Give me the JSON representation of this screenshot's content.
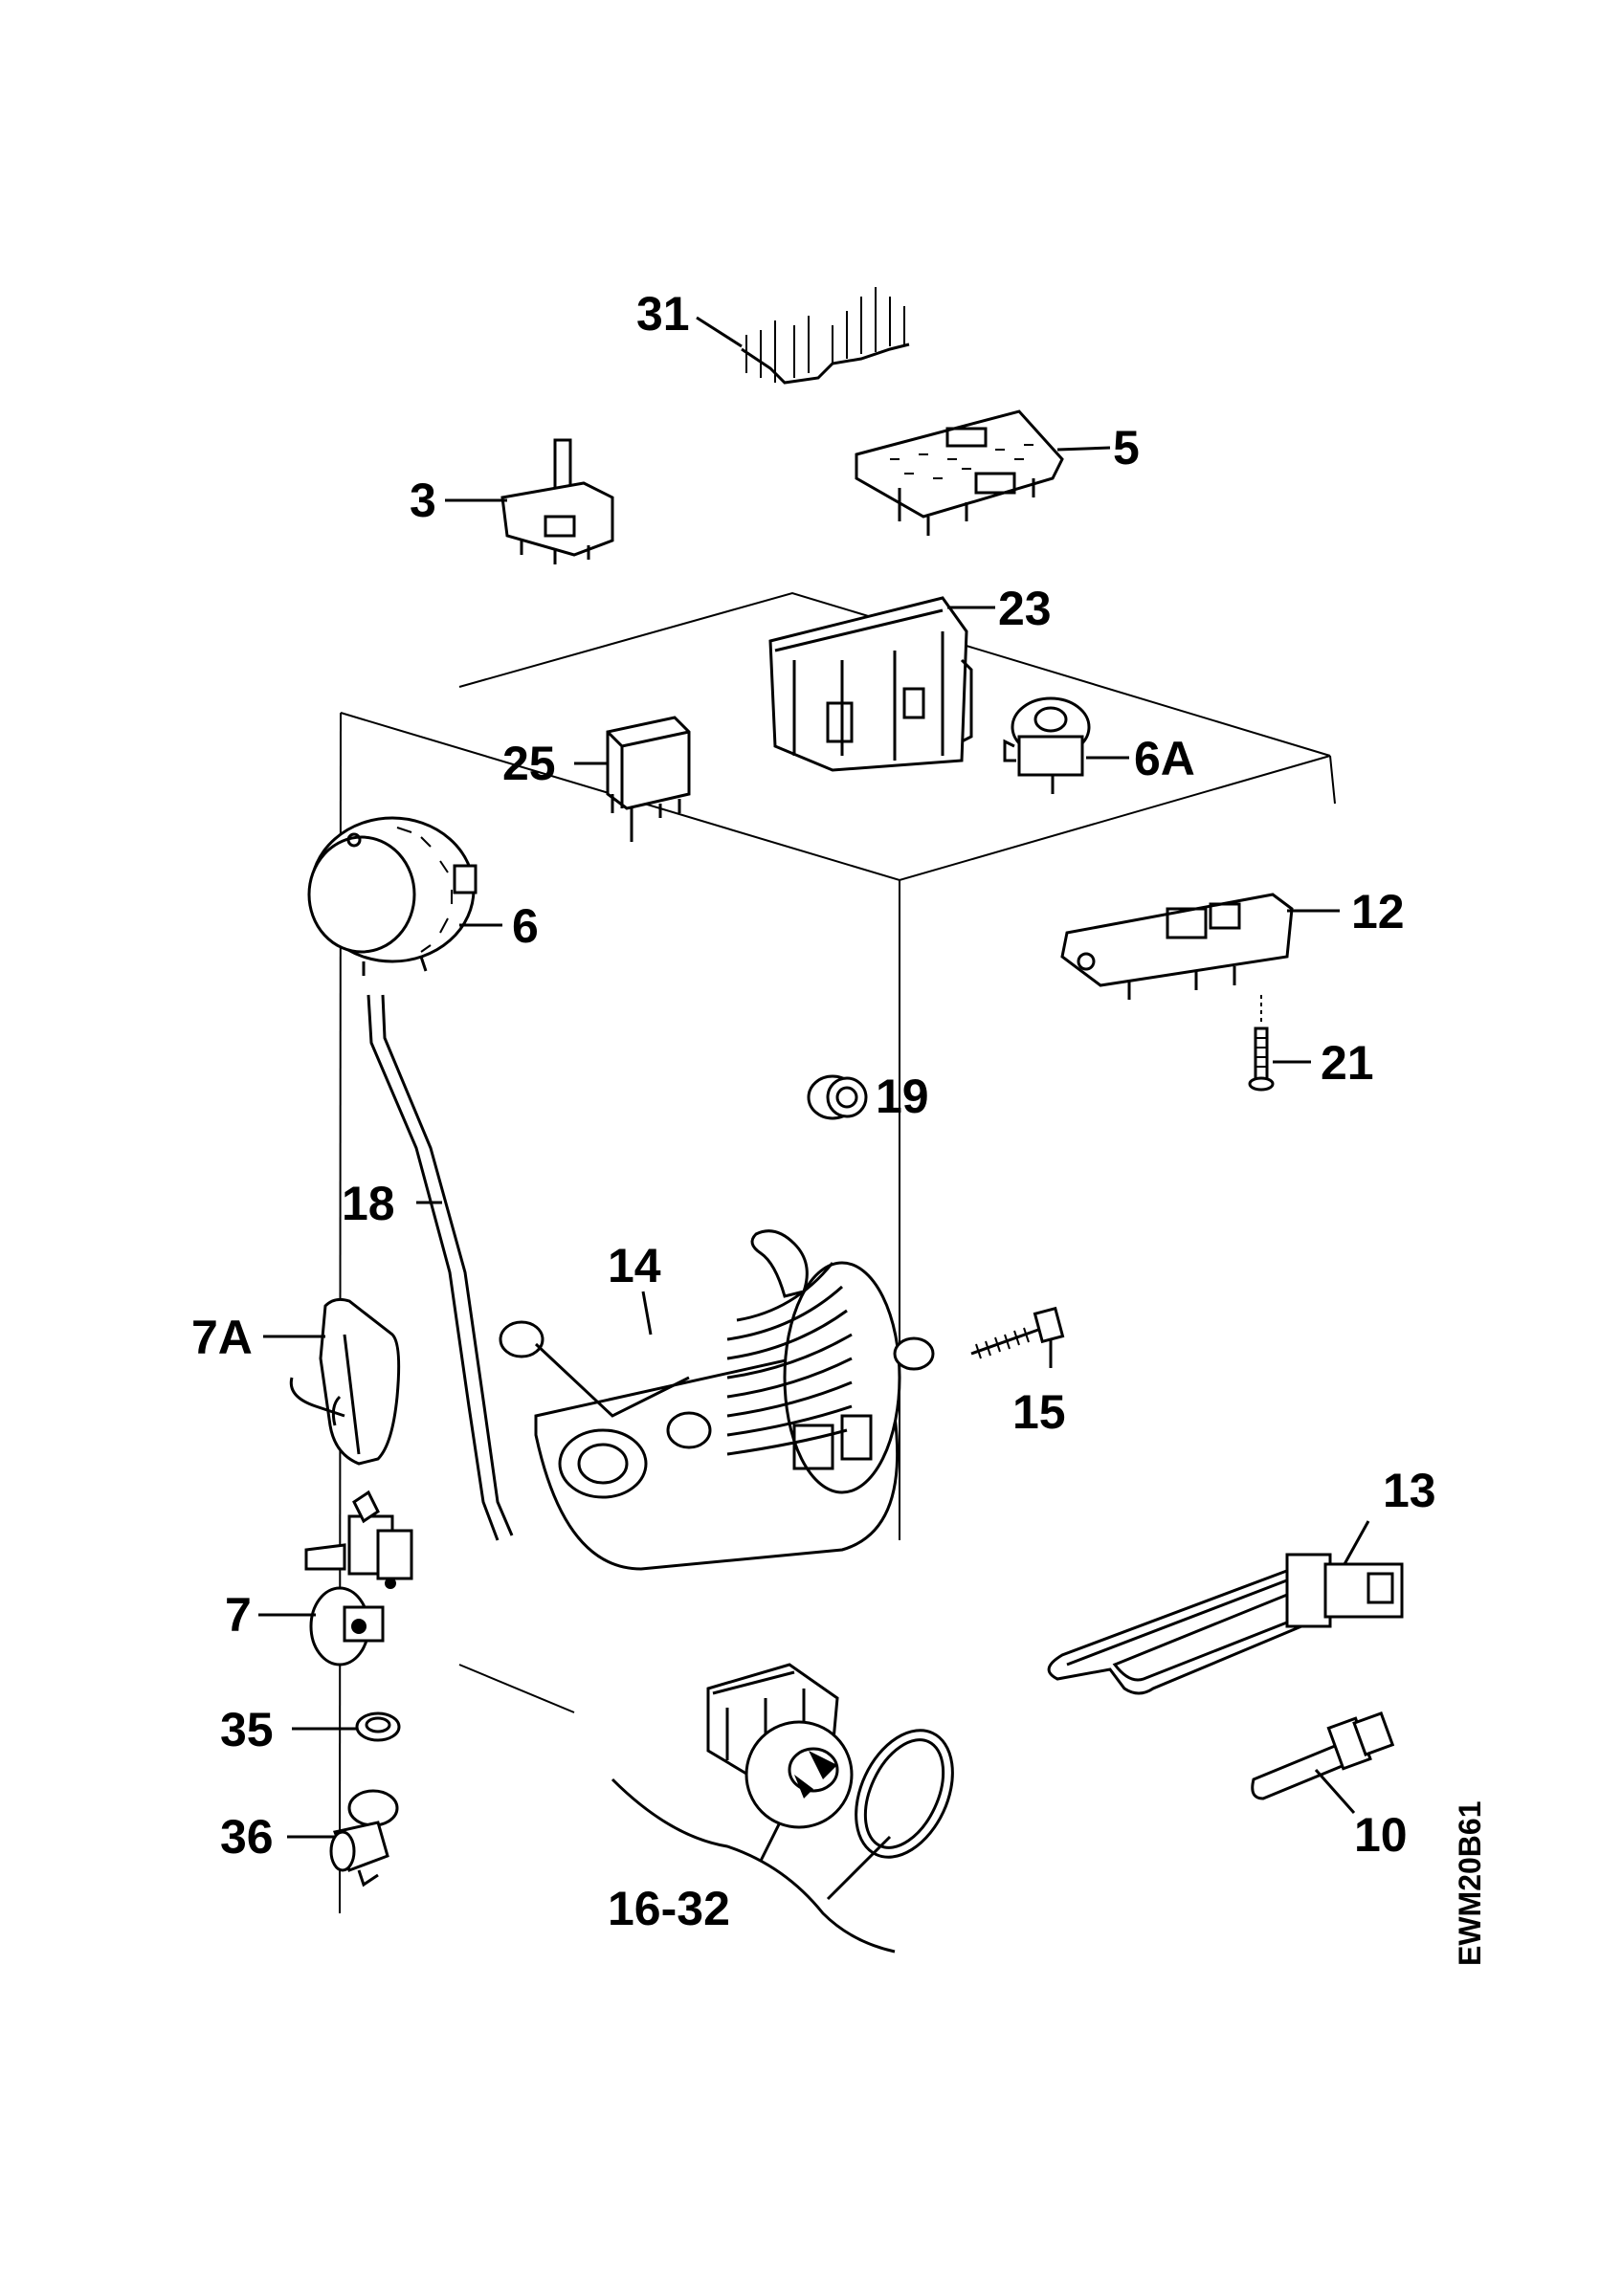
{
  "diagram_code": "EWM20B61",
  "labels": {
    "p31": "31",
    "p5": "5",
    "p3": "3",
    "p23": "23",
    "p25": "25",
    "p6A": "6A",
    "p6": "6",
    "p12": "12",
    "p21": "21",
    "p19": "19",
    "p18": "18",
    "p14": "14",
    "p7A": "7A",
    "p15": "15",
    "p13": "13",
    "p7": "7",
    "p35": "35",
    "p36": "36",
    "p10": "10",
    "p16_32": "16-32"
  }
}
